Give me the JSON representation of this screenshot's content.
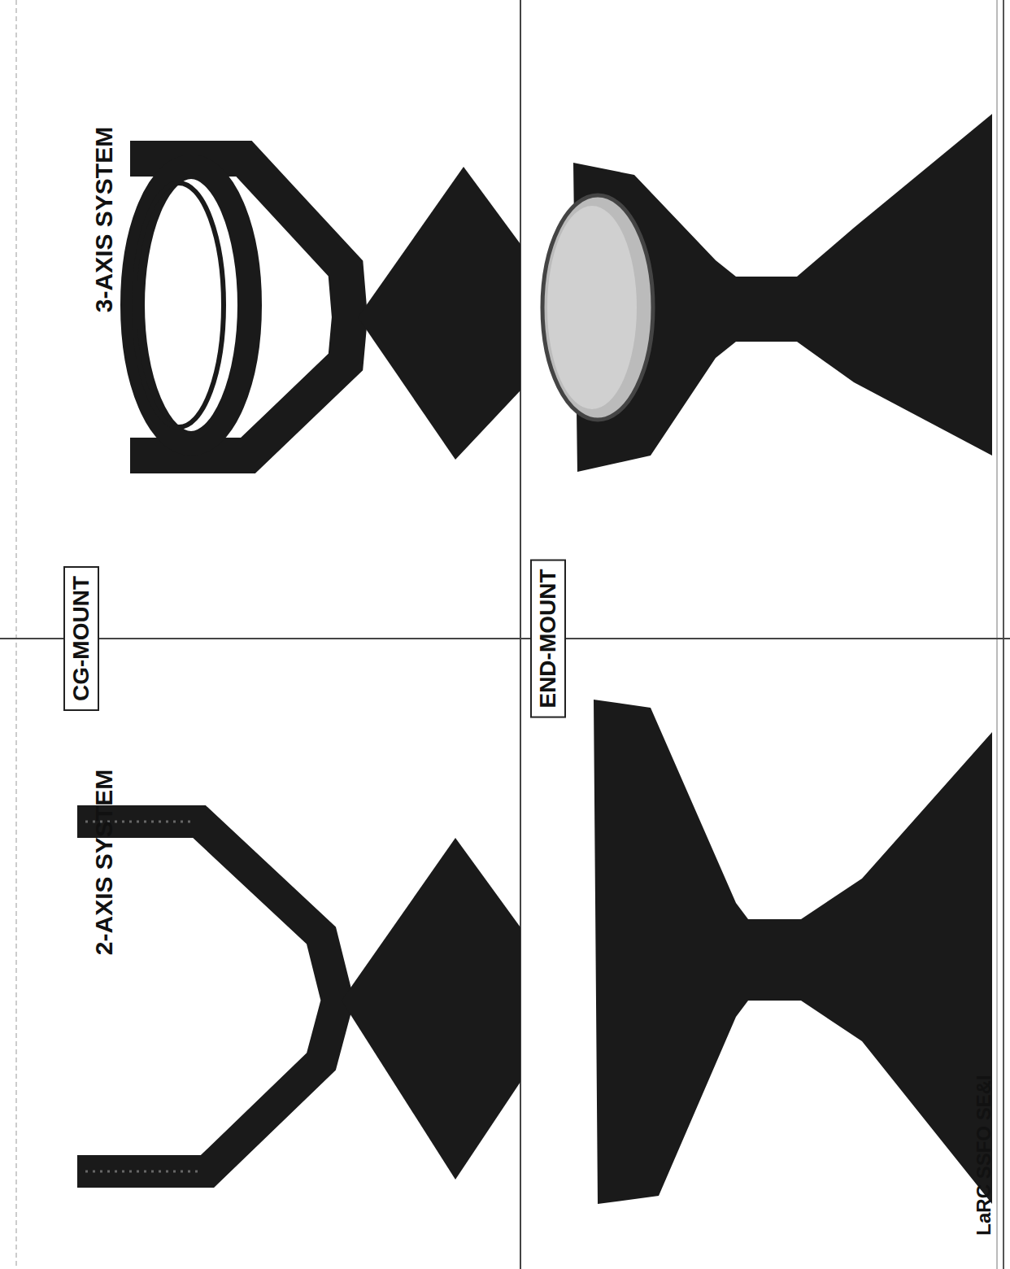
{
  "diagram": {
    "nodes": [
      {
        "text": [
          "CG-MOUNT"
        ]
      },
      {
        "text": [
          "END-MOUNT"
        ]
      }
    ],
    "edges": [],
    "labels": [
      "3-AXIS SYSTEM",
      "2-AXIS SYSTEM",
      "LaRC SSFO SE&I"
    ]
  }
}
